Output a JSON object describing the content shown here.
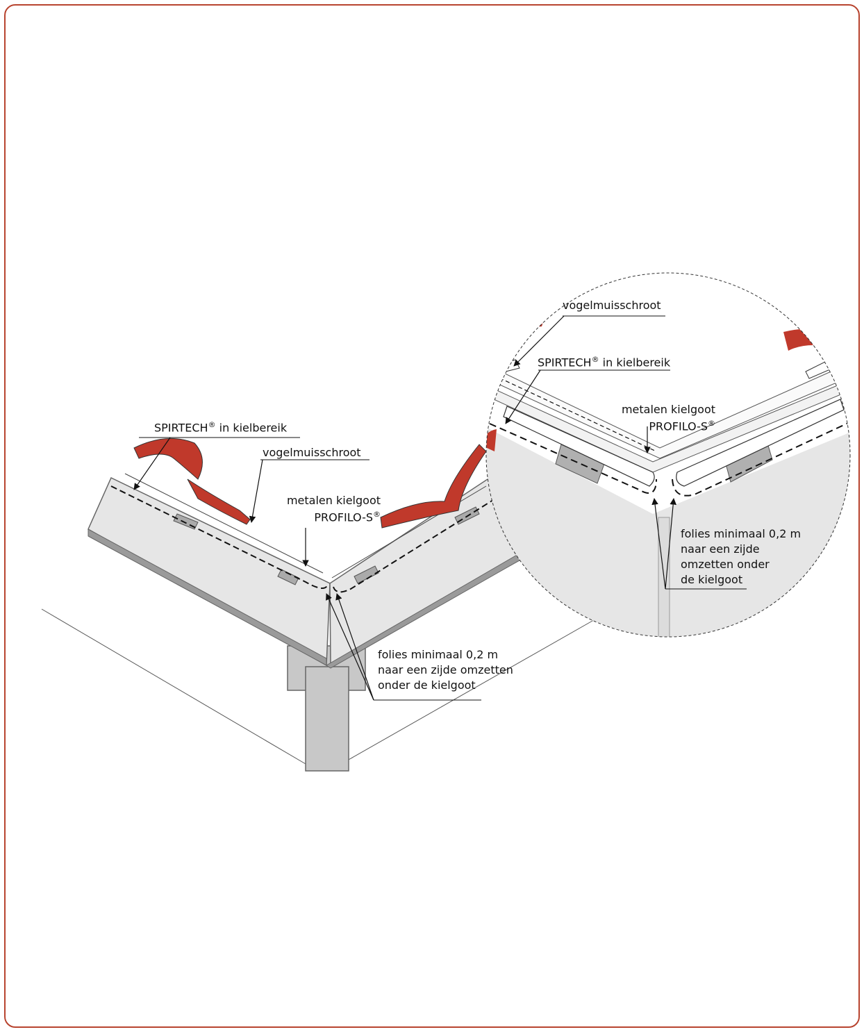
{
  "colors": {
    "frame": "#b8442f",
    "membrane_red": "#c0392b",
    "roof_board": "#e6e6e6",
    "roof_edge": "#9a9a9a",
    "batten": "#b0b0b0",
    "rafter": "#c8c8c8"
  },
  "labels": {
    "main": {
      "spirtech": "SPIRTECH",
      "spirtech_reg": "®",
      "spirtech_suffix": " in kielbereik",
      "vogelmuis": "vogelmuisschroot",
      "kielgoot_line1": "metalen kielgoot",
      "kielgoot_line2": "PROFILO-S",
      "kielgoot_reg": "®",
      "folies_line1": "folies minimaal 0,2 m",
      "folies_line2": "naar een zijde omzetten",
      "folies_line3": "onder de kielgoot"
    },
    "detail": {
      "vogelmuis": "vogelmuisschroot",
      "spirtech": "SPIRTECH",
      "spirtech_reg": "®",
      "spirtech_suffix": " in kielbereik",
      "kielgoot_line1": "metalen kielgoot",
      "kielgoot_line2": "PROFILO-S",
      "kielgoot_reg": "®",
      "folies_line1": "folies minimaal 0,2 m",
      "folies_line2": "naar een zijde",
      "folies_line3": "omzetten onder",
      "folies_line4": "de kielgoot"
    }
  }
}
